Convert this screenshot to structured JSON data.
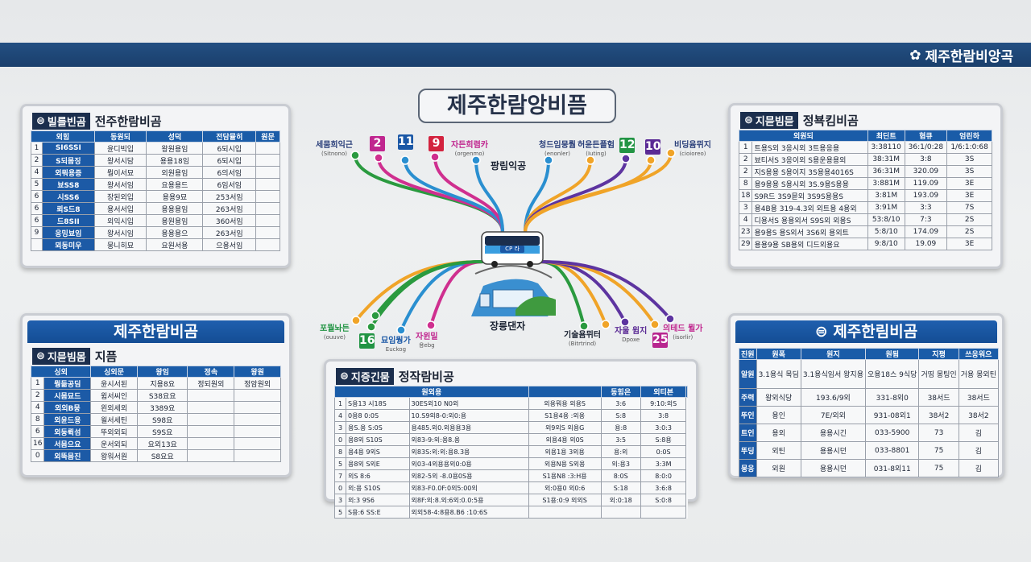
{
  "header": {
    "brand": "제주한람비앙곡",
    "brand_icon": "flower-icon",
    "color": "#1e4a7a"
  },
  "map": {
    "title": "제주한람앙비픔",
    "center_top_label": "팡림익공",
    "depot_label": "장릉댄자",
    "bus_sign": "CP 라",
    "badges": [
      {
        "text": "2",
        "color": "#c0268f"
      },
      {
        "text": "11",
        "color": "#1b58a6"
      },
      {
        "text": "9",
        "color": "#d3233f"
      },
      {
        "text": "12",
        "color": "#229444"
      },
      {
        "text": "10",
        "color": "#5a2a95"
      },
      {
        "text": "16",
        "color": "#229444"
      },
      {
        "text": "25",
        "color": "#b8268f"
      }
    ],
    "stops": [
      {
        "name": "세뭄희익근",
        "sub": "(Sitnono)",
        "color": "#2a3f7a"
      },
      {
        "name": "자든희렴카",
        "sub": "(orgenmo)",
        "color": "#c0268f"
      },
      {
        "name": "청드임뭉뤔",
        "sub": "(enonler)",
        "color": "#2a3f7a"
      },
      {
        "name": "허윤든플험",
        "sub": "(Iuting)",
        "color": "#2a3f7a"
      },
      {
        "name": "비딩윰뮈지",
        "sub": "(cioioreo)",
        "color": "#2a3f7a"
      },
      {
        "name": "포뭘놔든",
        "sub": "(ouuve)",
        "color": "#229444"
      },
      {
        "name": "묘임뭥가",
        "sub": "Euckog",
        "color": "#1b58a6"
      },
      {
        "name": "자윈밀",
        "sub": "용ebg",
        "color": "#c0268f"
      },
      {
        "name": "기술욤뮈터",
        "sub": "(Bitrtrind)",
        "color": "#1b2333"
      },
      {
        "name": "자울 윔지",
        "sub": "Dpoxe",
        "color": "#5a2a95"
      },
      {
        "name": "의테드 뮐가",
        "sub": "(isorlir)",
        "color": "#c0268f"
      }
    ],
    "line_colors": {
      "green": "#2a9a3f",
      "magenta": "#cf2f8f",
      "blue": "#2a8fd0",
      "orange": "#f0a428",
      "purple": "#5d34a0"
    }
  },
  "panel1": {
    "badge": "빌를빈곰",
    "title": "전주한람비곰",
    "headers": [
      "외힘",
      "동원되",
      "성덕",
      "전담뮬히",
      "원문"
    ],
    "rows": [
      [
        "1",
        "SI6SSI",
        "윤디빅입",
        "왕원용임",
        "6되시입",
        ""
      ],
      [
        "2",
        "S되몸징",
        "왕서시담",
        "용용18임",
        "6되시입",
        ""
      ],
      [
        "4",
        "외뭐용증",
        "뭥이서묘",
        "외원용임",
        "6의서임",
        ""
      ],
      [
        "5",
        "뵤SS8",
        "왕서서임",
        "요용용드",
        "6임서임",
        ""
      ],
      [
        "6",
        "시SS6",
        "장된외입",
        "용용9묘",
        "253서임",
        ""
      ],
      [
        "6",
        "뢰S드8",
        "용서서입",
        "용용용임",
        "263서임",
        ""
      ],
      [
        "6",
        "드8SII",
        "외익시입",
        "용원용임",
        "360서임",
        ""
      ],
      [
        "9",
        "응밍뵤임",
        "왕서시임",
        "용용용으",
        "263서임",
        ""
      ],
      [
        "",
        "뫼동미우",
        "뭉니히묘",
        "요원서용",
        "으용서임",
        ""
      ]
    ]
  },
  "panel2": {
    "badge": "지믇빔믇",
    "title": "정뵥킴비곰",
    "headers": [
      "외원되",
      "최딘트",
      "혐큐",
      "엄린하"
    ],
    "rows": [
      [
        "1",
        "트용S외 3응시외 3트용응용",
        "3:38110",
        "36:1/0:28",
        "1/6:1:0:68"
      ],
      [
        "2",
        "뵤티서S 3응이외 S용운용용외",
        "38:31M",
        "3:8",
        "3S"
      ],
      [
        "2",
        "지S용용 S용이지 3S용용4016S",
        "36:31M",
        "320.09",
        "3S"
      ],
      [
        "8",
        "용9용용 S용시외 3S.9용S용용",
        "3:881M",
        "119.09",
        "3E"
      ],
      [
        "18",
        "S9R드 3S9믇외 3S9S용용S",
        "3:81M",
        "193.09",
        "3E"
      ],
      [
        "3",
        "용4B용 319-4.3외 외트용 4용외",
        "3:91M",
        "3:3",
        "7S"
      ],
      [
        "4",
        "디용서S 용용외서 S9S외 외용S",
        "53:8/10",
        "7:3",
        "2S"
      ],
      [
        "23",
        "용9용S 용S외서 3S6외 용외트",
        "5:8/10",
        "174.09",
        "2S"
      ],
      [
        "29",
        "용용9용 SB용외 디드외용요",
        "9:8/10",
        "19.09",
        "3E"
      ]
    ]
  },
  "panel3": {
    "banner": "제주한람비곰",
    "badge": "지믇빔몸",
    "title": "지픔",
    "headers": [
      "싱외",
      "싱외문",
      "왕임",
      "정속",
      "왕원"
    ],
    "rows": [
      [
        "1",
        "뭥듦공딤",
        "윤시서된",
        "지용8요",
        "정되원외",
        "정암원외"
      ],
      [
        "2",
        "시몸묘드",
        "윔서씨인",
        "S38요요",
        "",
        ""
      ],
      [
        "4",
        "외외B뭉",
        "왼외세외",
        "3389요",
        "",
        ""
      ],
      [
        "8",
        "외윤드용",
        "욀서세틴",
        "S98요",
        "",
        ""
      ],
      [
        "6",
        "외둥뤽섬",
        "뚜외외되",
        "S9S요",
        "",
        ""
      ],
      [
        "16",
        "서믐으요",
        "운서외되",
        "요외13요",
        "",
        ""
      ],
      [
        "0",
        "외뚝믐진",
        "왕워서원",
        "S8요요",
        "",
        ""
      ]
    ]
  },
  "panel4": {
    "badge": "지증긴뭄",
    "title": "정작람비공",
    "headers": [
      "원외용",
      "",
      "동힘은",
      "외티븐",
      ""
    ],
    "rows": [
      [
        "1",
        "S용13 시18S",
        "30ES외10 N0외",
        "외용뭐용 외용S",
        "3:6",
        "9:10:외S"
      ],
      [
        "4",
        "0용8 0:0S",
        "10.S9외8-0:외0:용",
        "S1용4용 :외용",
        "S:8",
        "3:8"
      ],
      [
        "3",
        "용S.용 S:0S",
        "용485.외0.외용용3용",
        "외9외S 외용G",
        "용:8",
        "3:0:3"
      ],
      [
        "0",
        "용8외 S10S",
        "외83-9:외:용8.용",
        "외용4용 외0S",
        "3:5",
        "S:8용"
      ],
      [
        "8",
        "용4용 9외S",
        "외83S:외:외:용8.3용",
        "외용1용 3외용",
        "용:외",
        "0:0S"
      ],
      [
        "5",
        "용8외 S외E",
        "외03-4외용용외0:0용",
        "외용N용 S외용",
        "외:용3",
        "3:3M"
      ],
      [
        "7",
        "외S 8:6",
        "외82-5외 -8.0용0S용",
        "S1용N8 :3:H용",
        "8:0S",
        "8:0:0"
      ],
      [
        "0",
        "외:용 S10S",
        "외83-F0.0F:0외5:00외",
        "외:0용0 외0:6",
        "S:18",
        "3:6:8"
      ],
      [
        "3",
        "외:3 9S6",
        "외8F:외:8.외:6외:0.0:5용",
        "S1용:0:9 외외S",
        "외:0:18",
        "S:0:8"
      ],
      [
        "5",
        "S용:6 SS:E",
        "외외58-4:8용8.B6 :10:6S",
        "",
        "",
        ""
      ]
    ]
  },
  "panel5": {
    "banner": "제주한림비곰",
    "banner_icon": "bus-icon",
    "headers": [
      "진원",
      "원폭",
      "원지",
      "원됨",
      "지평",
      "쓰응워으"
    ],
    "rows": [
      [
        "알원",
        "3.1용식 목딤",
        "3.1용식임서 왕지용",
        "오용18스 9식당",
        "거띵 몽팅인",
        "거용 몽외틴"
      ],
      [
        "주력",
        "왕외식당",
        "193.6/9외",
        "331-8외0",
        "38서드",
        "38서드"
      ],
      [
        "뚜인",
        "용인",
        "7E/외외",
        "931-08외1",
        "38서2",
        "38서2"
      ],
      [
        "트인",
        "용외",
        "용용시긴",
        "033-5900",
        "73",
        "김"
      ],
      [
        "뚜딩",
        "외틴",
        "용용시던",
        "033-8801",
        "75",
        "김"
      ],
      [
        "뭉응",
        "외원",
        "용용시던",
        "031-8외11",
        "75",
        "김"
      ]
    ]
  }
}
